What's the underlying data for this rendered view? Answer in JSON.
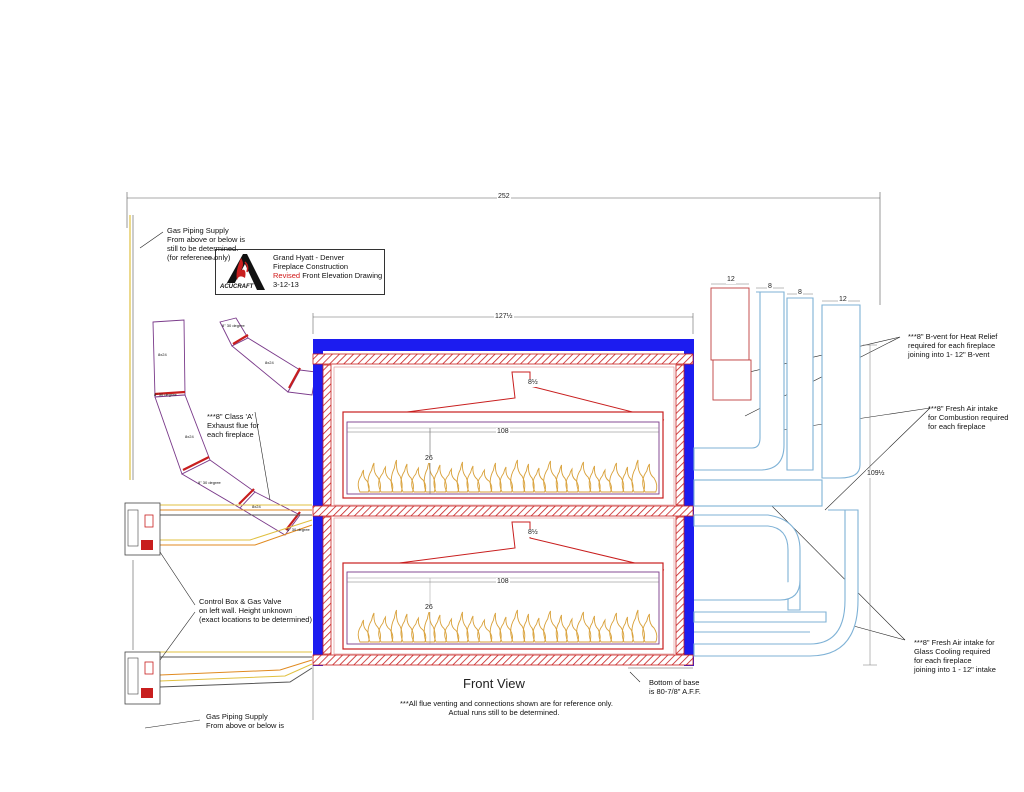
{
  "title_block": {
    "logo_text": "ACUCRAFT",
    "lines": [
      "Grand Hyatt - Denver",
      "Fireplace Construction"
    ],
    "revised_word": "Revised",
    "revised_rest": " Front Elevation Drawing",
    "date": "3-12-13"
  },
  "notes": {
    "gas_top": [
      "Gas Piping Supply",
      "From above or below  is",
      "still to be determined.",
      "(for reference only)"
    ],
    "gas_bottom": [
      "Gas Piping Supply",
      "From above or below  is"
    ],
    "exhaust": [
      "***8\" Class 'A'",
      "Exhaust flue for",
      "each fireplace"
    ],
    "control_box": [
      "Control Box & Gas Valve",
      "on left wall. Height unknown",
      "(exact locations to be determined)"
    ],
    "bvent": [
      "***8\"  B-vent for Heat Relief",
      "required for each fireplace",
      "joining into 1- 12\" B-vent"
    ],
    "fresh_combustion": [
      "***8\" Fresh Air intake",
      "for Combustion required",
      "for each fireplace"
    ],
    "fresh_glass": [
      "***8\" Fresh Air intake for",
      "Glass Cooling required",
      "for each fireplace",
      "joining into 1 - 12\" intake"
    ],
    "bottom_base": [
      "Bottom of base",
      "is 80-7/8\" A.F.F."
    ],
    "flue_note": [
      "***All flue venting and connections shown are for reference only.",
      "Actual runs still to be determined."
    ]
  },
  "view_title": "Front View",
  "dimensions": {
    "overall_width": "252",
    "frame_width": "127½",
    "firebox_width_top": "108",
    "firebox_width_bottom": "108",
    "firebox_height_top": "26",
    "firebox_height_bottom": "26",
    "offset_top": "8½",
    "offset_bottom": "8½",
    "overall_height": "109½",
    "vent_widths": [
      "12",
      "8",
      "8",
      "12"
    ]
  },
  "pipe_labels": {
    "elbow_deg": "8\" 30 degree",
    "pipe_size": "8x24"
  },
  "colors": {
    "frame_blue": "#1c1cf0",
    "hatch_red": "#c81e1e",
    "duct_blue": "#7fb2d6",
    "flame": "#d9a13a",
    "gas_yellow": "#e0c040",
    "gas_orange": "#e08a20"
  }
}
